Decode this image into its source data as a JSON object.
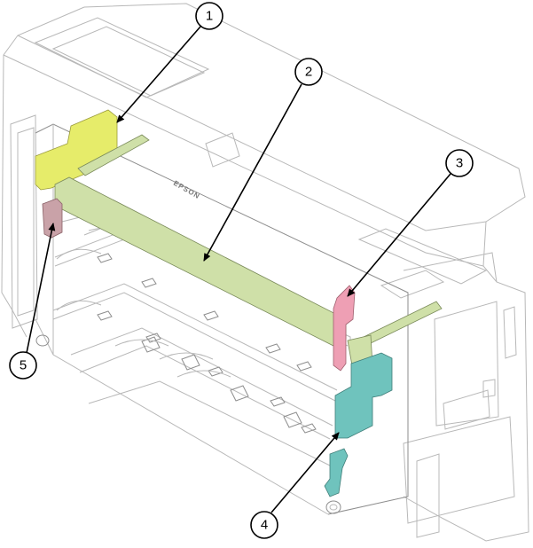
{
  "brand_text": "EPSON",
  "colors": {
    "part_1": "#e6ec6a",
    "part_2": "#cfe0a8",
    "part_3": "#ee9fb4",
    "part_4": "#6fc3bd",
    "part_5": "#c9a2a8"
  },
  "callouts": [
    {
      "number": "1"
    },
    {
      "number": "2"
    },
    {
      "number": "3"
    },
    {
      "number": "4"
    },
    {
      "number": "5"
    }
  ]
}
